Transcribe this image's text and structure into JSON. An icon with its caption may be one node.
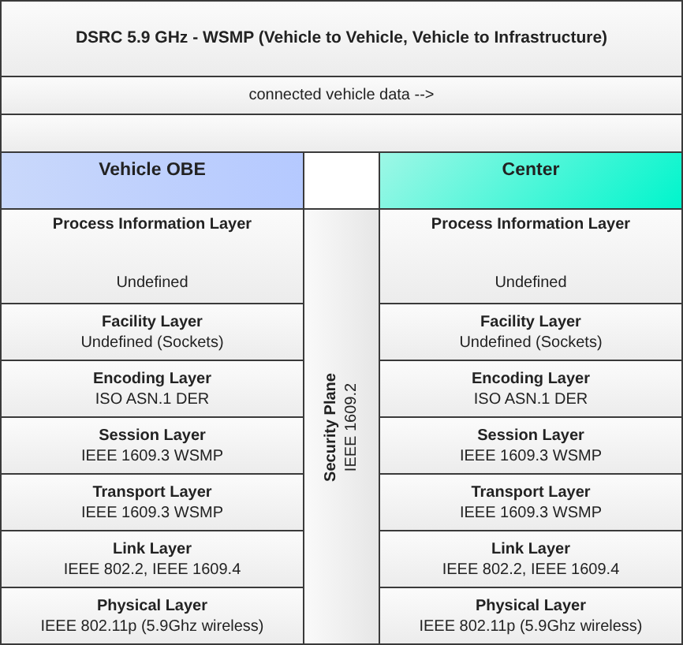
{
  "diagram": {
    "nodes": [
      {
        "text": [
          "DSRC 5.9 GHz - WSMP (Vehicle to Vehicle, Vehicle to Infrastructure)"
        ]
      },
      {
        "text": [
          "connected vehicle data  -->"
        ]
      },
      {
        "text": [],
        "shape": "box"
      },
      {
        "text": [
          "Vehicle OBE"
        ]
      },
      {
        "text": [
          "Center"
        ]
      },
      {
        "text": [
          "Process Information Layer",
          "Undefined"
        ]
      },
      {
        "text": [
          "Security Plane",
          "IEEE 1609.2"
        ]
      },
      {
        "text": [
          "Process Information Layer",
          "Undefined"
        ]
      },
      {
        "text": [
          "Facility Layer",
          "Undefined (Sockets)"
        ]
      },
      {
        "text": [
          "Facility Layer",
          "Undefined (Sockets)"
        ]
      },
      {
        "text": [
          "Encoding Layer",
          "ISO ASN.1 DER"
        ]
      },
      {
        "text": [
          "Encoding Layer",
          "ISO ASN.1 DER"
        ]
      },
      {
        "text": [
          "Session Layer",
          "IEEE 1609.3 WSMP"
        ]
      },
      {
        "text": [
          "Session Layer",
          "IEEE 1609.3 WSMP"
        ]
      },
      {
        "text": [
          "Transport Layer",
          "IEEE 1609.3 WSMP"
        ]
      },
      {
        "text": [
          "Transport Layer",
          "IEEE 1609.3 WSMP"
        ]
      },
      {
        "text": [
          "Link Layer",
          "IEEE 802.2, IEEE 1609.4"
        ]
      },
      {
        "text": [
          "Link Layer",
          "IEEE 802.2, IEEE 1609.4"
        ]
      },
      {
        "text": [
          "Physical Layer",
          "IEEE 802.11p (5.9Ghz wireless)"
        ]
      },
      {
        "text": [
          "Physical Layer",
          "IEEE 802.11p (5.9Ghz wireless)"
        ]
      }
    ]
  }
}
